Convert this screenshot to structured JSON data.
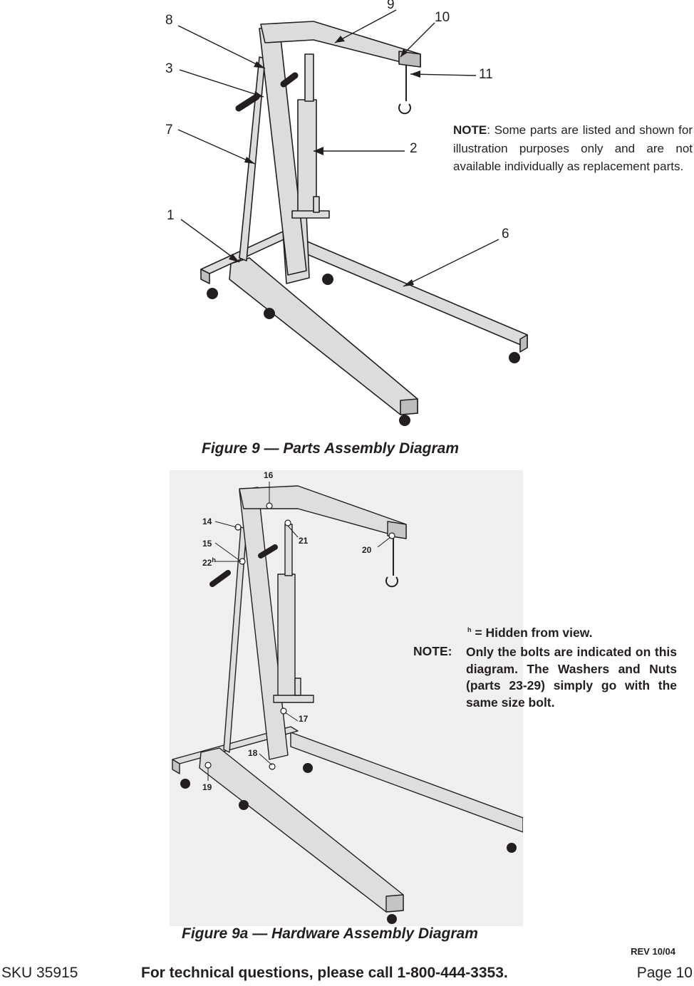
{
  "figure9": {
    "caption": "Figure 9  —  Parts Assembly Diagram",
    "callouts": [
      "8",
      "9",
      "10",
      "3",
      "11",
      "7",
      "2",
      "1",
      "6"
    ],
    "note_label": "NOTE",
    "note_text": ": Some parts are listed and shown for illustration purposes only and are not available individually as replacement parts."
  },
  "figure9a": {
    "caption": "Figure 9a  —  Hardware Assembly Diagram",
    "callouts": [
      "16",
      "14",
      "15",
      "22",
      "21",
      "20",
      "17",
      "18",
      "19"
    ],
    "hidden_mark": "h",
    "legend_text": "= Hidden from view.",
    "note_label": "NOTE:",
    "note_text": "Only the bolts are indicated on this diagram. The Washers and Nuts (parts 23-29) simply go with the same size bolt."
  },
  "revision": "REV 10/04",
  "footer": {
    "sku": "SKU 35915",
    "help": "For technical questions, please call 1-800-444-3353.",
    "page": "Page 10"
  }
}
